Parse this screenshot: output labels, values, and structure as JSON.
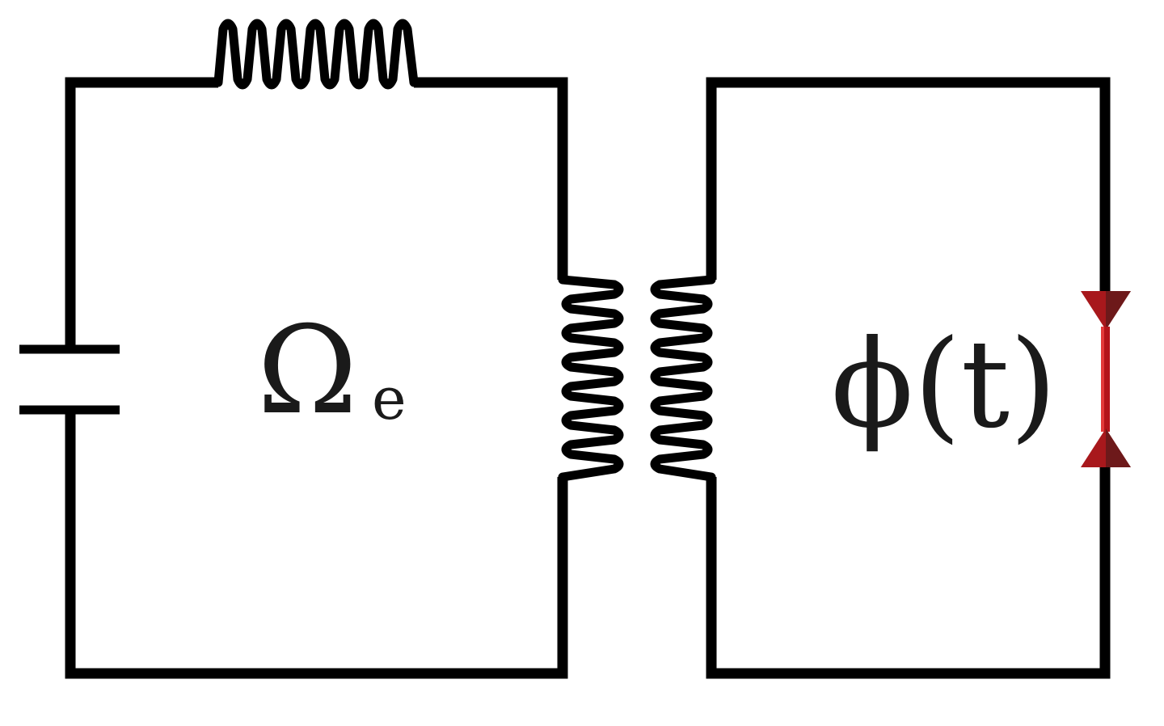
{
  "labels": {
    "left_loop_symbol": "Ω",
    "left_loop_subscript": "e",
    "right_loop_symbol": "ϕ(t)"
  },
  "colors": {
    "wire": "#000000",
    "junction_fill": "#a8181c",
    "junction_shade": "#5a1a1a",
    "label": "#1a1a1a"
  },
  "components": [
    "capacitor",
    "inductor",
    "mutual-inductance-coupling",
    "josephson-junction"
  ]
}
